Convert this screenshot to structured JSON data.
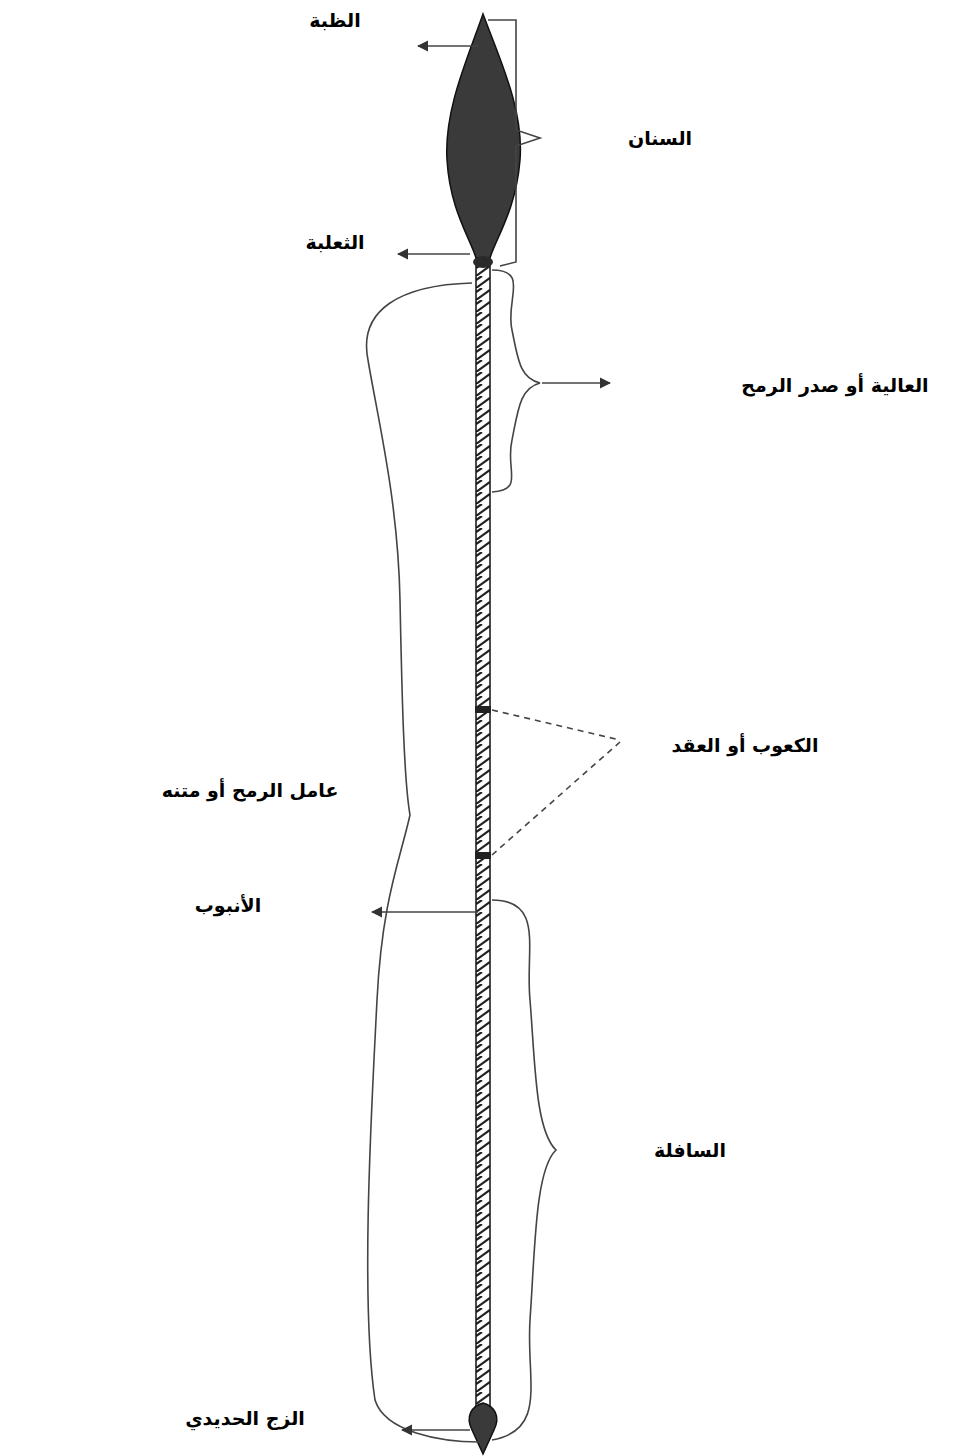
{
  "diagram": {
    "labels": [
      "الظبة",
      "السنان",
      "الثعلبة",
      "العالية أو صدر الرمح",
      "الكعوب أو العقد",
      "عامل الرمح أو متنه",
      "الأنبوب",
      "السافلة",
      "الزج الحديدي"
    ]
  }
}
